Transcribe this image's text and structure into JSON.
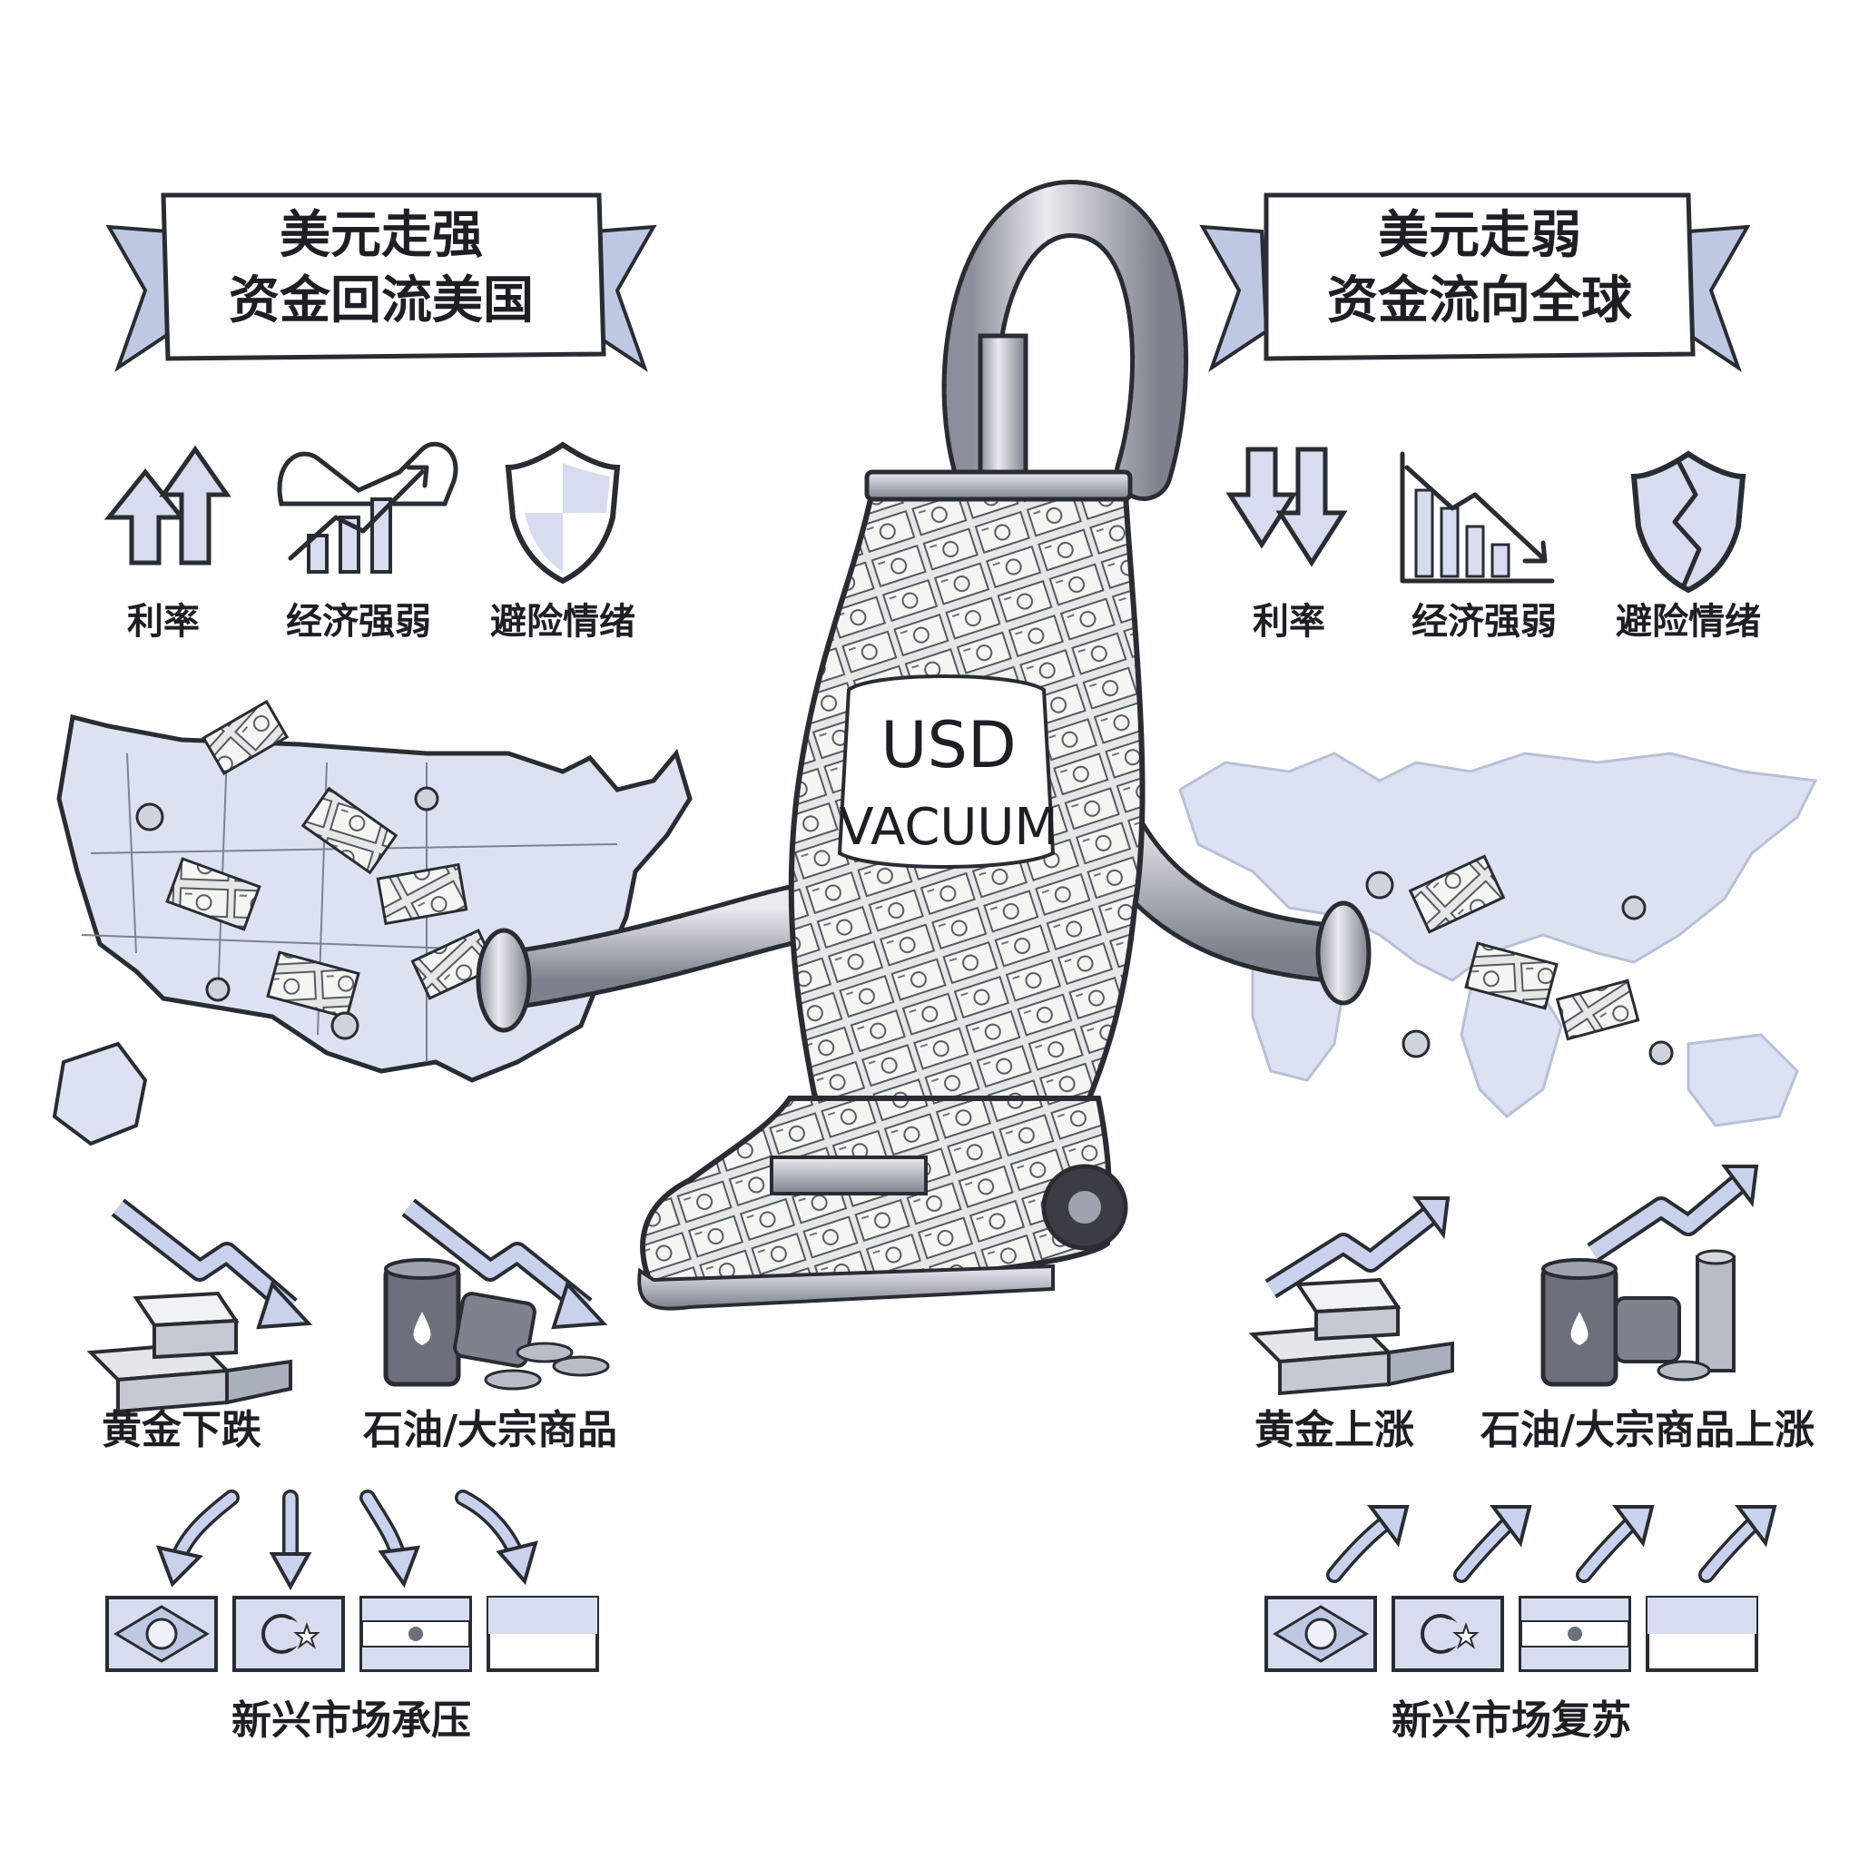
{
  "left_panel": {
    "banner_line1": "美元走强",
    "banner_line2": "资金回流美国",
    "factors": [
      "利率",
      "经济强弱",
      "避险情绪"
    ],
    "commodities": [
      "黄金下跌",
      "石油/大宗商品"
    ],
    "markets_caption": "新兴市场承压"
  },
  "right_panel": {
    "banner_line1": "美元走弱",
    "banner_line2": "资金流向全球",
    "factors": [
      "利率",
      "经济强弱",
      "避险情绪"
    ],
    "commodities": [
      "黄金上涨",
      "石油/大宗商品上涨"
    ],
    "markets_caption": "新兴市场复苏"
  },
  "vacuum": {
    "label_line1": "USD",
    "label_line2": "VACUUM"
  },
  "colors": {
    "ink": "#2a2c33",
    "accent_blue": "#d7ddef",
    "arrow_blue": "#c9d1ec",
    "metal": "#9ea3ad"
  }
}
